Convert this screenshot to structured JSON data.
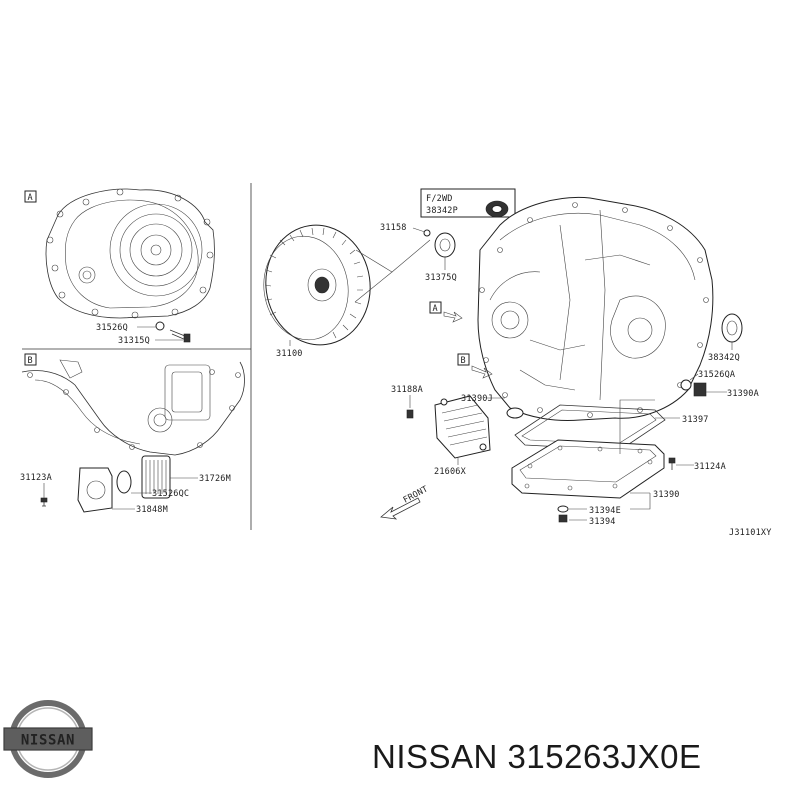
{
  "boxes": {
    "a": "A",
    "b": "B"
  },
  "inset": {
    "line1": "F/2WD",
    "line2": "38342P"
  },
  "labels": {
    "l31526Q": "31526Q",
    "l31315Q": "31315Q",
    "l31100": "31100",
    "l31158": "31158",
    "l31375Q": "31375Q",
    "l38342Q": "38342Q",
    "l31526QA": "31526QA",
    "l31390A": "31390A",
    "l31397": "31397",
    "l31124A": "31124A",
    "l31390": "31390",
    "l31394E": "31394E",
    "l31394": "31394",
    "l31188A": "31188A",
    "l31390J": "31390J",
    "l21606X": "21606X",
    "l31123A": "31123A",
    "l31726M": "31726M",
    "l31526QC": "31526QC",
    "l31848M": "31848M",
    "front": "FRONT",
    "code": "J31101XY"
  },
  "brand": {
    "logo_text": "NISSAN"
  },
  "footer": {
    "title": "NISSAN 315263JX0E"
  },
  "colors": {
    "line": "#222222",
    "background": "#ffffff"
  }
}
